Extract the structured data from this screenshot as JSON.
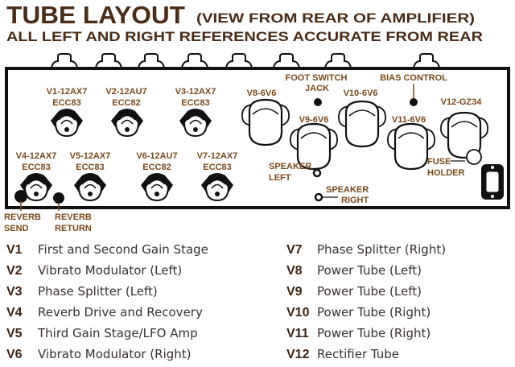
{
  "header": {
    "title": "TUBE LAYOUT",
    "view_note": "(VIEW FROM REAR OF AMPLIFIER)",
    "subtitle": "ALL LEFT AND RIGHT REFERENCES ACCURATE FROM REAR"
  },
  "diagram": {
    "tubes": {
      "v1": {
        "name": "V1-12AX7",
        "alt": "ECC83"
      },
      "v2": {
        "name": "V2-12AU7",
        "alt": "ECC82"
      },
      "v3": {
        "name": "V3-12AX7",
        "alt": "ECC83"
      },
      "v4": {
        "name": "V4-12AX7",
        "alt": "ECC83"
      },
      "v5": {
        "name": "V5-12AX7",
        "alt": "ECC83"
      },
      "v6": {
        "name": "V6-12AU7",
        "alt": "ECC82"
      },
      "v7": {
        "name": "V7-12AX7",
        "alt": "ECC83"
      },
      "v8": {
        "name": "V8-6V6"
      },
      "v9": {
        "name": "V9-6V6"
      },
      "v10": {
        "name": "V10-6V6"
      },
      "v11": {
        "name": "V11-6V6"
      },
      "v12": {
        "name": "V12-GZ34"
      }
    },
    "foot_switch": [
      "FOOT SWITCH",
      "JACK"
    ],
    "bias_control": "BIAS CONTROL",
    "speaker_left": [
      "SPEAKER",
      "LEFT"
    ],
    "speaker_right": [
      "SPEAKER",
      "RIGHT"
    ],
    "fuse_holder": [
      "FUSE",
      "HOLDER"
    ],
    "reverb_send": [
      "REVERB",
      "SEND"
    ],
    "reverb_return": [
      "REVERB",
      "RETURN"
    ]
  },
  "legend": {
    "left": [
      {
        "code": "V1",
        "desc": "First and Second Gain Stage"
      },
      {
        "code": "V2",
        "desc": "Vibrato Modulator (Left)"
      },
      {
        "code": "V3",
        "desc": "Phase Splitter (Left)"
      },
      {
        "code": "V4",
        "desc": "Reverb Drive and Recovery"
      },
      {
        "code": "V5",
        "desc": "Third Gain Stage/LFO Amp"
      },
      {
        "code": "V6",
        "desc": "Vibrato Modulator (Right)"
      }
    ],
    "right": [
      {
        "code": "V7",
        "desc": "Phase Splitter (Right)"
      },
      {
        "code": "V8",
        "desc": "Power Tube (Left)"
      },
      {
        "code": "V9",
        "desc": "Power Tube (Left)"
      },
      {
        "code": "V10",
        "desc": "Power Tube (Right)"
      },
      {
        "code": "V11",
        "desc": "Power Tube (Right)"
      },
      {
        "code": "V12",
        "desc": "Rectifier Tube"
      }
    ]
  }
}
